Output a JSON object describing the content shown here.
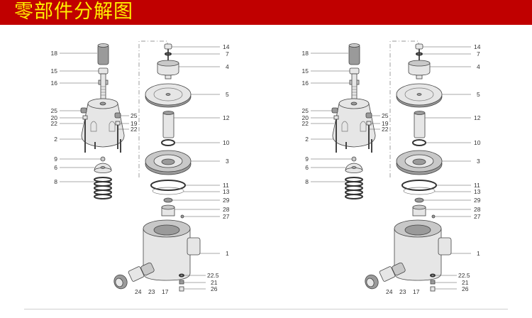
{
  "header": {
    "title": "零部件分解图",
    "background": "#c00000",
    "text_color": "#ffee00"
  },
  "diagram": {
    "copies": 2,
    "labels": {
      "l18": "18",
      "l15": "15",
      "l16": "16",
      "l25a": "25",
      "l20": "20",
      "l22a": "22",
      "l2": "2",
      "l25b": "25",
      "l19": "19",
      "l22b": "22",
      "l9": "9",
      "l6": "6",
      "l8": "8",
      "l14": "14",
      "l7": "7",
      "l4": "4",
      "l5": "5",
      "l12": "12",
      "l10": "10",
      "l3": "3",
      "l11": "11",
      "l13": "13",
      "l29": "29",
      "l28": "28",
      "l27": "27",
      "l1": "1",
      "l225": "22.5",
      "l21": "21",
      "l26": "26",
      "l24": "24",
      "l23": "23",
      "l17": "17"
    }
  }
}
